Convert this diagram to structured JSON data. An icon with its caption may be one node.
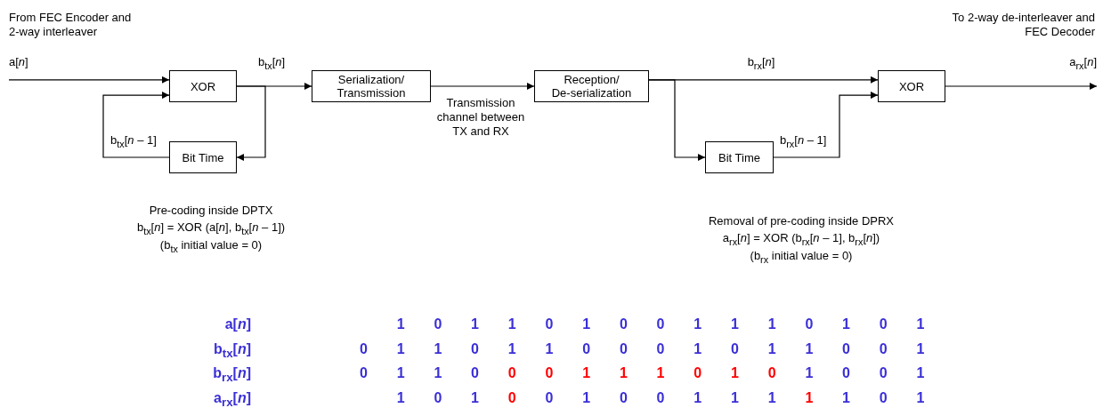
{
  "diagram": {
    "nodes": [
      {
        "text": [
          "XOR"
        ]
      },
      {
        "text": [
          "Bit Time"
        ]
      },
      {
        "text": [
          "Serialization/ Transmission"
        ]
      },
      {
        "text": [
          "Reception/ De-serialization"
        ]
      },
      {
        "text": [
          "Bit Time"
        ]
      },
      {
        "text": [
          "XOR"
        ]
      }
    ],
    "edges": [
      {
        "from": null,
        "to": 0,
        "arrow": "to",
        "label": "a[*n*]"
      },
      {
        "from": 0,
        "to": 2,
        "arrow": "to",
        "label": "b$_{tx}$[*n*]"
      },
      {
        "from": 0,
        "to": 1,
        "arrow": "to"
      },
      {
        "from": 1,
        "to": 0,
        "arrow": "to",
        "label": "b$_{tx}$[*n* – 1]"
      },
      {
        "from": 2,
        "to": 3,
        "arrow": "to",
        "label": "Transmission channel between TX and RX"
      },
      {
        "from": 3,
        "to": 5,
        "arrow": "to",
        "label": "b$_{rx}$[*n*]"
      },
      {
        "from": 3,
        "to": 4,
        "arrow": "to"
      },
      {
        "from": 4,
        "to": 5,
        "arrow": "to",
        "label": "b$_{rx}$[*n* – 1]"
      },
      {
        "from": 5,
        "to": null,
        "arrow": "to",
        "label": "a$_{rx}$[*n*]"
      }
    ],
    "labels": [
      "From FEC Encoder and 2-way interleaver",
      "To 2-way de-interleaver and FEC Decoder",
      "Pre-coding inside DPTX",
      "b$_{tx}$[*n*] = XOR (a[*n*], b$_{tx}$[*n* – 1])",
      "(b$_{tx}$ initial value = 0)",
      "Removal of pre-coding inside DPRX",
      "a$_{rx}$[*n*] = XOR (b$_{rx}$[*n* – 1], b$_{rx}$[*n*])",
      "(b$_{rx}$ initial value = 0)",
      "a[*n*]",
      "1",
      "0",
      "1",
      "1",
      "0",
      "1",
      "0",
      "0",
      "1",
      "1",
      "1",
      "0",
      "1",
      "0",
      "1",
      "b$_{tx}$[*n*]",
      "0",
      "1",
      "1",
      "0",
      "1",
      "1",
      "0",
      "0",
      "0",
      "1",
      "0",
      "1",
      "1",
      "0",
      "0",
      "1",
      "b$_{rx}$[*n*]",
      "0",
      "1",
      "1",
      "0",
      "0",
      "0",
      "1",
      "1",
      "1",
      "0",
      "1",
      "0",
      "1",
      "0",
      "0",
      "1",
      "a$_{rx}$[*n*]",
      "1",
      "0",
      "1",
      "0",
      "0",
      "1",
      "0",
      "0",
      "1",
      "1",
      "1",
      "1",
      "1",
      "0",
      "1"
    ]
  }
}
